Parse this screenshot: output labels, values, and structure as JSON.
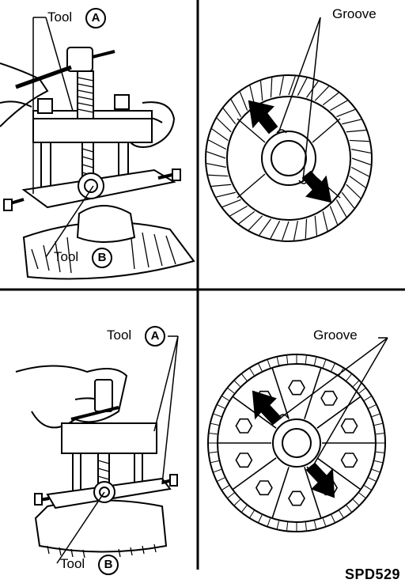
{
  "panels": {
    "top_left": {
      "tool_word_a": "Tool",
      "badge_a": "A",
      "tool_word_b": "Tool",
      "badge_b": "B"
    },
    "top_right": {
      "groove": "Groove"
    },
    "bottom_left": {
      "tool_word_a": "Tool",
      "badge_a": "A",
      "tool_word_b": "Tool",
      "badge_b": "B"
    },
    "bottom_right": {
      "groove": "Groove"
    }
  },
  "figure_code": "SPD529",
  "colors": {
    "ink": "#000000",
    "paper": "#ffffff"
  }
}
